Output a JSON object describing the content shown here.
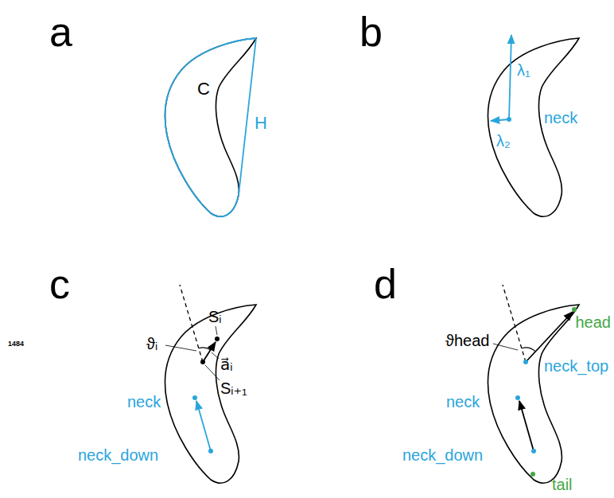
{
  "diagram": {
    "labels": [
      "a",
      "C",
      "H",
      "b",
      "λ₁",
      "λ₂",
      "neck",
      "c",
      "1484",
      "Sᵢ",
      "ϑᵢ",
      "a⃗ᵢ",
      "Sᵢ₊₁",
      "neck",
      "neck_down",
      "d",
      "ϑhead",
      "head",
      "neck_top",
      "neck",
      "neck_down",
      "tail"
    ]
  }
}
